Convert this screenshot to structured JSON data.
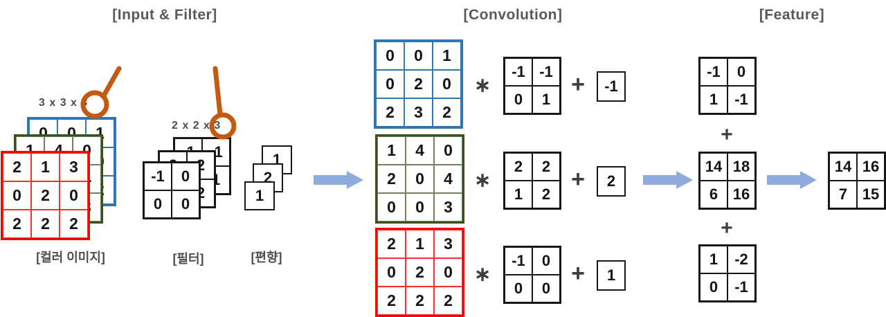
{
  "titles": {
    "input_filter": "[Input & Filter]",
    "convolution": "[Convolution]",
    "feature": "[Feature]"
  },
  "input_section": {
    "input_dim_label": "3 x 3 x 3",
    "filter_dim_label": "2 x 2 x 3",
    "image_stack": {
      "label": "[컬러 이미지]",
      "layers": [
        {
          "channel": "blue",
          "values": [
            [
              "0",
              "0",
              "1"
            ],
            [
              "0",
              "2",
              "0"
            ],
            [
              "2",
              "3",
              "2"
            ]
          ]
        },
        {
          "channel": "green",
          "values": [
            [
              "1",
              "4",
              "0"
            ],
            [
              "2",
              "0",
              "4"
            ],
            [
              "0",
              "0",
              "3"
            ]
          ]
        },
        {
          "channel": "red",
          "values": [
            [
              "2",
              "1",
              "3"
            ],
            [
              "0",
              "2",
              "0"
            ],
            [
              "2",
              "2",
              "2"
            ]
          ]
        }
      ]
    },
    "filter_stack": {
      "label": "[필터]",
      "layers": [
        {
          "channel": "blue",
          "values": [
            [
              "-1",
              "-1"
            ],
            [
              "0",
              "1"
            ]
          ]
        },
        {
          "channel": "green",
          "values": [
            [
              "2",
              "2"
            ],
            [
              "1",
              "2"
            ]
          ]
        },
        {
          "channel": "red",
          "values": [
            [
              "-1",
              "0"
            ],
            [
              "0",
              "0"
            ]
          ]
        }
      ]
    },
    "bias_stack": {
      "label": "[편향]",
      "values": [
        "1",
        "2",
        "1"
      ]
    }
  },
  "convolution_section": {
    "rows": [
      {
        "channel": "blue",
        "matrix": [
          [
            "0",
            "0",
            "1"
          ],
          [
            "0",
            "2",
            "0"
          ],
          [
            "2",
            "3",
            "2"
          ]
        ],
        "operator": "∗",
        "filter": [
          [
            "-1",
            "-1"
          ],
          [
            "0",
            "1"
          ]
        ],
        "plus": "+",
        "bias": "-1"
      },
      {
        "channel": "green",
        "matrix": [
          [
            "1",
            "4",
            "0"
          ],
          [
            "2",
            "0",
            "4"
          ],
          [
            "0",
            "0",
            "3"
          ]
        ],
        "operator": "∗",
        "filter": [
          [
            "2",
            "2"
          ],
          [
            "1",
            "2"
          ]
        ],
        "plus": "+",
        "bias": "2"
      },
      {
        "channel": "red",
        "matrix": [
          [
            "2",
            "1",
            "3"
          ],
          [
            "0",
            "2",
            "0"
          ],
          [
            "2",
            "2",
            "2"
          ]
        ],
        "operator": "∗",
        "filter": [
          [
            "-1",
            "0"
          ],
          [
            "0",
            "0"
          ]
        ],
        "plus": "+",
        "bias": "1"
      }
    ]
  },
  "feature_section": {
    "channel_maps": [
      [
        [
          "-1",
          "0"
        ],
        [
          "1",
          "-1"
        ]
      ],
      [
        [
          "14",
          "18"
        ],
        [
          "6",
          "16"
        ]
      ],
      [
        [
          "1",
          "-2"
        ],
        [
          "0",
          "-1"
        ]
      ]
    ],
    "plus_signs": [
      "+",
      "+"
    ],
    "result": [
      [
        "14",
        "16"
      ],
      [
        "7",
        "15"
      ]
    ]
  },
  "colors": {
    "blue_channel": "#2E75B6",
    "green_channel": "#3B501F",
    "red_channel": "#FE0000",
    "arrow": "#8FAADC",
    "magnifier": "#C45911",
    "title_text": "#595959",
    "operator_text": "#3F3F3F"
  }
}
